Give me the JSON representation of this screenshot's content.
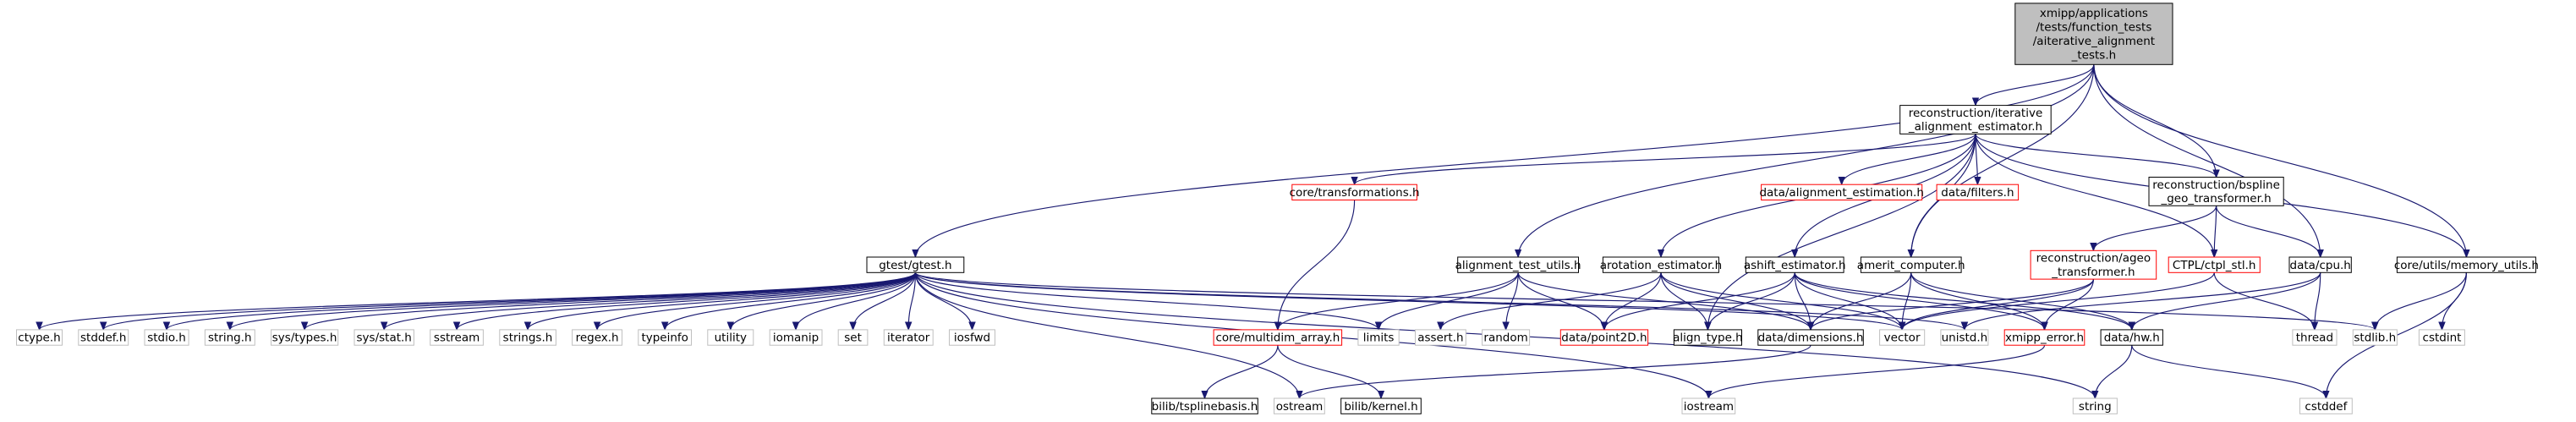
{
  "diagram": {
    "colors": {
      "root_fill": "#bfbfbf",
      "node_border_black": "#000000",
      "node_border_red": "#ff0000",
      "node_border_gray": "#bfbfbf",
      "edge": "#191970"
    },
    "nodes": [
      {
        "id": "root",
        "kind": "root",
        "lines": [
          "xmipp/applications",
          "/tests/function_tests",
          "/aiterative_alignment",
          "_tests.h"
        ]
      },
      {
        "id": "iter_align",
        "kind": "black",
        "lines": [
          "reconstruction/iterative",
          "_alignment_estimator.h"
        ]
      },
      {
        "id": "gtest",
        "kind": "black",
        "lines": [
          "gtest/gtest.h"
        ]
      },
      {
        "id": "align_test_utils",
        "kind": "black",
        "lines": [
          "alignment_test_utils.h"
        ]
      },
      {
        "id": "core_transf",
        "kind": "red",
        "lines": [
          "core/transformations.h"
        ]
      },
      {
        "id": "data_align_est",
        "kind": "red",
        "lines": [
          "data/alignment_estimation.h"
        ]
      },
      {
        "id": "data_filters",
        "kind": "red",
        "lines": [
          "data/filters.h"
        ]
      },
      {
        "id": "bspline",
        "kind": "black",
        "lines": [
          "reconstruction/bspline",
          "_geo_transformer.h"
        ]
      },
      {
        "id": "memory_utils",
        "kind": "black",
        "lines": [
          "core/utils/memory_utils.h"
        ]
      },
      {
        "id": "arot",
        "kind": "black",
        "lines": [
          "arotation_estimator.h"
        ]
      },
      {
        "id": "ashift",
        "kind": "black",
        "lines": [
          "ashift_estimator.h"
        ]
      },
      {
        "id": "amerit",
        "kind": "black",
        "lines": [
          "amerit_computer.h"
        ]
      },
      {
        "id": "ageo",
        "kind": "red",
        "lines": [
          "reconstruction/ageo",
          "_transformer.h"
        ]
      },
      {
        "id": "ctpl",
        "kind": "red",
        "lines": [
          "CTPL/ctpl_stl.h"
        ]
      },
      {
        "id": "cpu",
        "kind": "black",
        "lines": [
          "data/cpu.h"
        ]
      },
      {
        "id": "ctype",
        "kind": "gray",
        "lines": [
          "ctype.h"
        ]
      },
      {
        "id": "stddef",
        "kind": "gray",
        "lines": [
          "stddef.h"
        ]
      },
      {
        "id": "stdio",
        "kind": "gray",
        "lines": [
          "stdio.h"
        ]
      },
      {
        "id": "string_h",
        "kind": "gray",
        "lines": [
          "string.h"
        ]
      },
      {
        "id": "sys_types",
        "kind": "gray",
        "lines": [
          "sys/types.h"
        ]
      },
      {
        "id": "sys_stat",
        "kind": "gray",
        "lines": [
          "sys/stat.h"
        ]
      },
      {
        "id": "sstream",
        "kind": "gray",
        "lines": [
          "sstream"
        ]
      },
      {
        "id": "strings_h",
        "kind": "gray",
        "lines": [
          "strings.h"
        ]
      },
      {
        "id": "regex_h",
        "kind": "gray",
        "lines": [
          "regex.h"
        ]
      },
      {
        "id": "typeinfo",
        "kind": "gray",
        "lines": [
          "typeinfo"
        ]
      },
      {
        "id": "utility",
        "kind": "gray",
        "lines": [
          "utility"
        ]
      },
      {
        "id": "iomanip",
        "kind": "gray",
        "lines": [
          "iomanip"
        ]
      },
      {
        "id": "set",
        "kind": "gray",
        "lines": [
          "set"
        ]
      },
      {
        "id": "iterator",
        "kind": "gray",
        "lines": [
          "iterator"
        ]
      },
      {
        "id": "iosfwd",
        "kind": "gray",
        "lines": [
          "iosfwd"
        ]
      },
      {
        "id": "multidim",
        "kind": "red",
        "lines": [
          "core/multidim_array.h"
        ]
      },
      {
        "id": "limits",
        "kind": "gray",
        "lines": [
          "limits"
        ]
      },
      {
        "id": "assert_h",
        "kind": "gray",
        "lines": [
          "assert.h"
        ]
      },
      {
        "id": "random",
        "kind": "gray",
        "lines": [
          "random"
        ]
      },
      {
        "id": "point2d",
        "kind": "red",
        "lines": [
          "data/point2D.h"
        ]
      },
      {
        "id": "align_type",
        "kind": "black",
        "lines": [
          "align_type.h"
        ]
      },
      {
        "id": "dimensions",
        "kind": "black",
        "lines": [
          "data/dimensions.h"
        ]
      },
      {
        "id": "vector",
        "kind": "gray",
        "lines": [
          "vector"
        ]
      },
      {
        "id": "unistd",
        "kind": "gray",
        "lines": [
          "unistd.h"
        ]
      },
      {
        "id": "xmipp_error",
        "kind": "red",
        "lines": [
          "xmipp_error.h"
        ]
      },
      {
        "id": "hw",
        "kind": "black",
        "lines": [
          "data/hw.h"
        ]
      },
      {
        "id": "thread",
        "kind": "gray",
        "lines": [
          "thread"
        ]
      },
      {
        "id": "stdlib",
        "kind": "gray",
        "lines": [
          "stdlib.h"
        ]
      },
      {
        "id": "cstdint",
        "kind": "gray",
        "lines": [
          "cstdint"
        ]
      },
      {
        "id": "bilib_tspline",
        "kind": "black",
        "lines": [
          "bilib/tsplinebasis.h"
        ]
      },
      {
        "id": "ostream",
        "kind": "gray",
        "lines": [
          "ostream"
        ]
      },
      {
        "id": "bilib_kernel",
        "kind": "black",
        "lines": [
          "bilib/kernel.h"
        ]
      },
      {
        "id": "iostream",
        "kind": "gray",
        "lines": [
          "iostream"
        ]
      },
      {
        "id": "string_std",
        "kind": "gray",
        "lines": [
          "string"
        ]
      },
      {
        "id": "cstddef",
        "kind": "gray",
        "lines": [
          "cstddef"
        ]
      }
    ],
    "edges": [
      [
        "root",
        "iter_align"
      ],
      [
        "root",
        "gtest"
      ],
      [
        "root",
        "align_test_utils"
      ],
      [
        "root",
        "amerit"
      ],
      [
        "root",
        "bspline"
      ],
      [
        "root",
        "cpu"
      ],
      [
        "root",
        "memory_utils"
      ],
      [
        "iter_align",
        "core_transf"
      ],
      [
        "iter_align",
        "data_align_est"
      ],
      [
        "iter_align",
        "data_filters"
      ],
      [
        "iter_align",
        "bspline"
      ],
      [
        "iter_align",
        "memory_utils"
      ],
      [
        "iter_align",
        "arot"
      ],
      [
        "iter_align",
        "ashift"
      ],
      [
        "iter_align",
        "amerit"
      ],
      [
        "iter_align",
        "ctpl"
      ],
      [
        "iter_align",
        "align_type"
      ],
      [
        "bspline",
        "ageo"
      ],
      [
        "bspline",
        "ctpl"
      ],
      [
        "bspline",
        "cpu"
      ],
      [
        "core_transf",
        "multidim"
      ],
      [
        "memory_utils",
        "stdlib"
      ],
      [
        "memory_utils",
        "cstdint"
      ],
      [
        "memory_utils",
        "cstddef"
      ],
      [
        "gtest",
        "ctype"
      ],
      [
        "gtest",
        "stddef"
      ],
      [
        "gtest",
        "stdio"
      ],
      [
        "gtest",
        "string_h"
      ],
      [
        "gtest",
        "sys_types"
      ],
      [
        "gtest",
        "sys_stat"
      ],
      [
        "gtest",
        "sstream"
      ],
      [
        "gtest",
        "strings_h"
      ],
      [
        "gtest",
        "regex_h"
      ],
      [
        "gtest",
        "typeinfo"
      ],
      [
        "gtest",
        "utility"
      ],
      [
        "gtest",
        "iomanip"
      ],
      [
        "gtest",
        "set"
      ],
      [
        "gtest",
        "iterator"
      ],
      [
        "gtest",
        "iosfwd"
      ],
      [
        "gtest",
        "limits"
      ],
      [
        "gtest",
        "ostream"
      ],
      [
        "gtest",
        "string_std"
      ],
      [
        "gtest",
        "vector"
      ],
      [
        "gtest",
        "unistd"
      ],
      [
        "gtest",
        "stdlib"
      ],
      [
        "gtest",
        "iostream"
      ],
      [
        "align_test_utils",
        "multidim"
      ],
      [
        "align_test_utils",
        "random"
      ],
      [
        "align_test_utils",
        "point2d"
      ],
      [
        "align_test_utils",
        "dimensions"
      ],
      [
        "align_test_utils",
        "limits"
      ],
      [
        "arot",
        "assert_h"
      ],
      [
        "arot",
        "align_type"
      ],
      [
        "arot",
        "dimensions"
      ],
      [
        "arot",
        "vector"
      ],
      [
        "arot",
        "point2d"
      ],
      [
        "ashift",
        "point2d"
      ],
      [
        "ashift",
        "align_type"
      ],
      [
        "ashift",
        "dimensions"
      ],
      [
        "ashift",
        "vector"
      ],
      [
        "ashift",
        "xmipp_error"
      ],
      [
        "ashift",
        "hw"
      ],
      [
        "amerit",
        "dimensions"
      ],
      [
        "amerit",
        "vector"
      ],
      [
        "amerit",
        "xmipp_error"
      ],
      [
        "amerit",
        "hw"
      ],
      [
        "ageo",
        "dimensions"
      ],
      [
        "ageo",
        "xmipp_error"
      ],
      [
        "ageo",
        "vector"
      ],
      [
        "ctpl",
        "thread"
      ],
      [
        "ctpl",
        "vector"
      ],
      [
        "cpu",
        "hw"
      ],
      [
        "cpu",
        "thread"
      ],
      [
        "cpu",
        "unistd"
      ],
      [
        "multidim",
        "bilib_tspline"
      ],
      [
        "multidim",
        "bilib_kernel"
      ],
      [
        "dimensions",
        "ostream"
      ],
      [
        "hw",
        "string_std"
      ],
      [
        "hw",
        "cstddef"
      ],
      [
        "xmipp_error",
        "iostream"
      ]
    ]
  }
}
